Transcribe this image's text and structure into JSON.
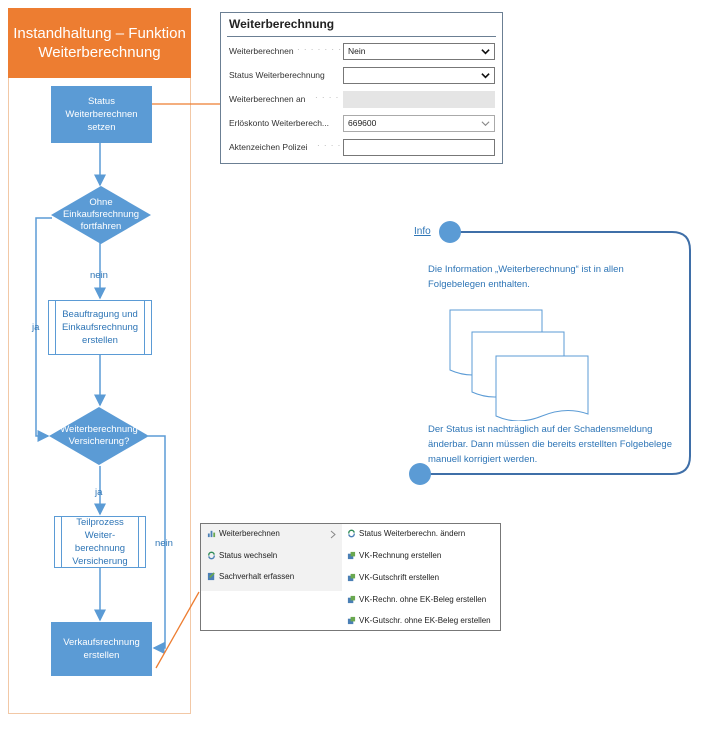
{
  "lane": {
    "title": "Instandhaltung – Funktion Weiterberechnung"
  },
  "flow": {
    "step1": "Status Weiterberechnen setzen",
    "decision1": "Ohne Einkaufsrechnung fortfahren",
    "label_nein1": "nein",
    "label_ja1": "ja",
    "step2": "Beauftragung und Einkaufsrechnung erstellen",
    "decision2": "Weiterberechnung Versicherung?",
    "label_ja2": "ja",
    "label_nein2": "nein",
    "step3": "Teilprozess Weiter-berechnung Versicherung",
    "step4": "Verkaufsrechnung erstellen"
  },
  "form": {
    "title": "Weiterberechnung",
    "rows": [
      {
        "label": "Weiterberechnen",
        "value": "Nein"
      },
      {
        "label": "Status Weiterberechnung",
        "value": ""
      },
      {
        "label": "Weiterberechnen an",
        "value": ""
      },
      {
        "label": "Erlöskonto Weiterberech...",
        "value": "669600"
      },
      {
        "label": "Aktenzeichen Polizei",
        "value": ""
      }
    ]
  },
  "info": {
    "label": "Info",
    "text1": "Die Information „Weiterberechnung“ ist in allen Folgebelegen enthalten.",
    "text2": "Der Status ist nachträglich auf der Schadensmeldung änderbar. Dann müssen die bereits erstellten Folgebelege manuell korrigiert werden."
  },
  "menu": {
    "left": [
      "Weiterberechnen",
      "Status wechseln",
      "Sachverhalt erfassen"
    ],
    "right": [
      "Status Weiterberechn. ändern",
      "VK-Rechnung erstellen",
      "VK-Gutschrift erstellen",
      "VK-Rechn. ohne EK-Beleg erstellen",
      "VK-Gutschr. ohne EK-Beleg erstellen"
    ]
  },
  "colors": {
    "orange": "#ed7d31",
    "blue": "#5b9bd5",
    "dark_blue": "#2e75b6",
    "info_border": "#3f6fa8"
  }
}
